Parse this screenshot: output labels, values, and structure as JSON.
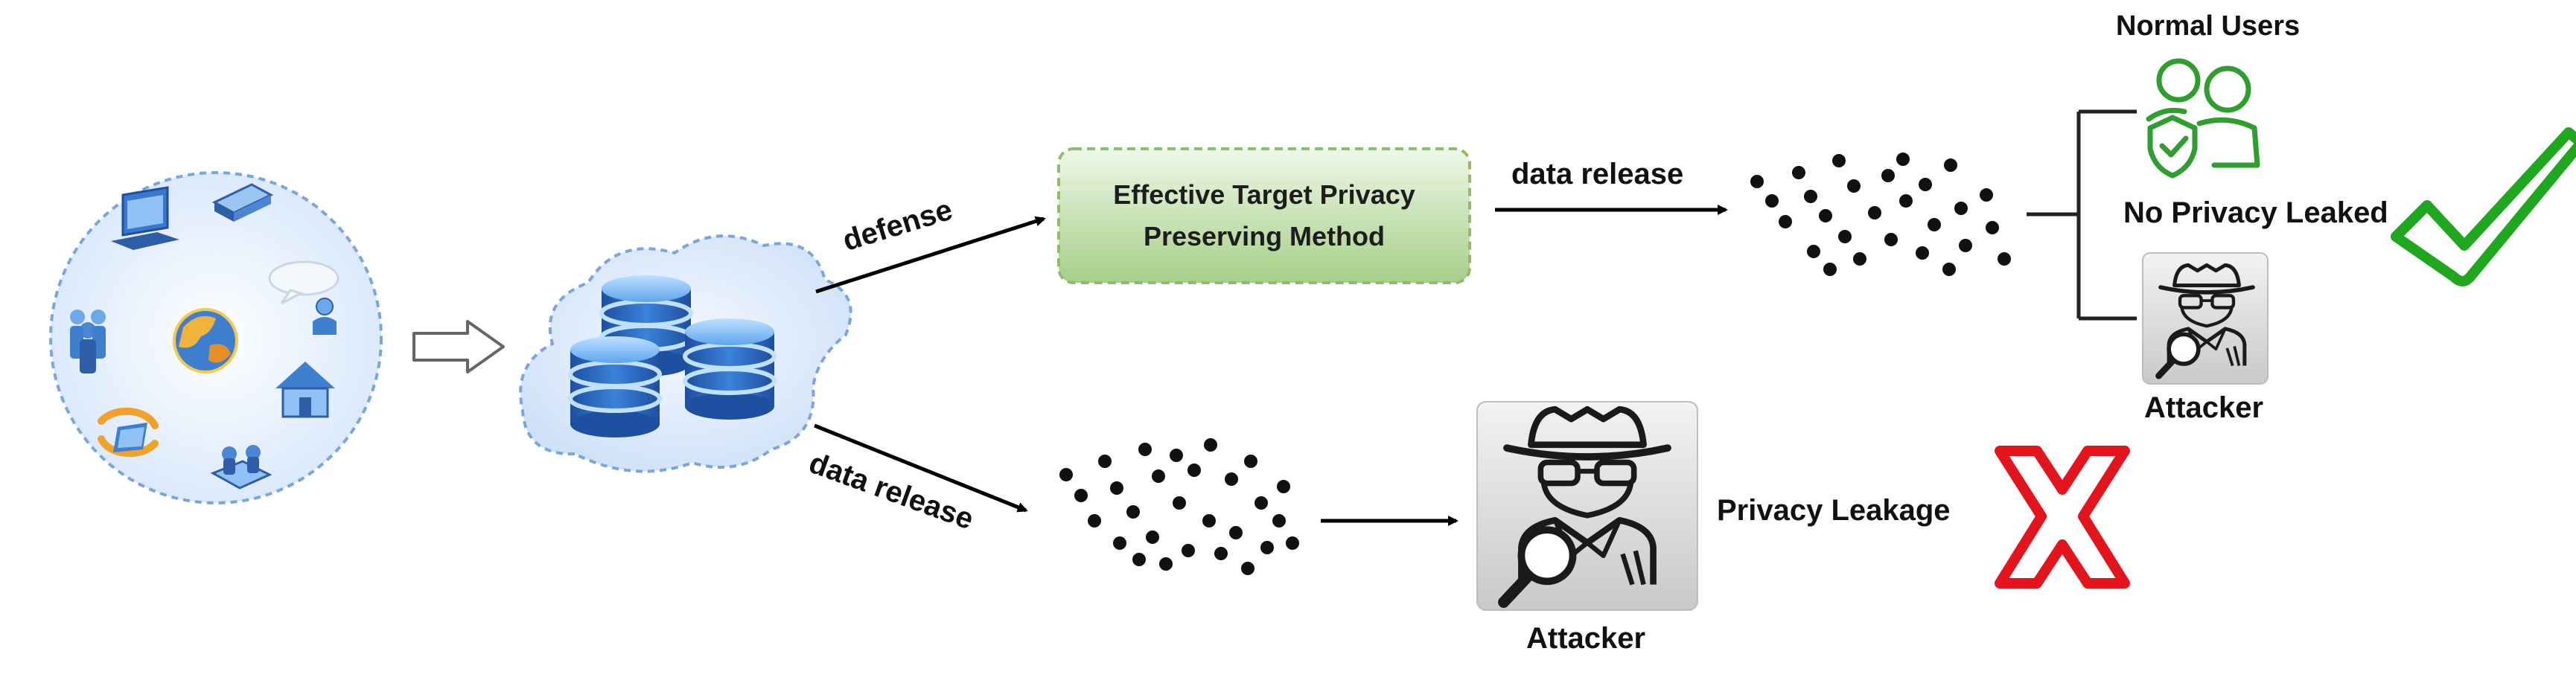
{
  "method_box": {
    "line1": "Effective Target Privacy",
    "line2": "Preserving Method"
  },
  "edges": {
    "defense": "defense",
    "data_release_top": "data release",
    "data_release_bottom": "data release"
  },
  "outcomes": {
    "normal_users": "Normal Users",
    "no_privacy_leaked": "No Privacy Leaked",
    "attacker_top": "Attacker",
    "attacker_bottom": "Attacker",
    "privacy_leakage": "Privacy Leakage"
  },
  "colors": {
    "green_check": "#1fa81f",
    "red_cross": "#e3141b",
    "user_green": "#2e9e2e",
    "box_fill_top": "#eaf6e2",
    "box_fill_bottom": "#a9d18e",
    "box_border": "#8fbc6a",
    "db_blue": "#2f6fc4",
    "cloud_fill": "#dbe9fb",
    "dash_blue": "#7aa6e0"
  },
  "icons": [
    "laptop-icon",
    "projector-icon",
    "speech-bubble-icon",
    "group-icon",
    "globe-icon",
    "user-icon",
    "house-icon",
    "sync-icon",
    "network-icon",
    "database-icon",
    "spy-icon",
    "user-shield-icon",
    "check-icon",
    "cross-icon"
  ]
}
